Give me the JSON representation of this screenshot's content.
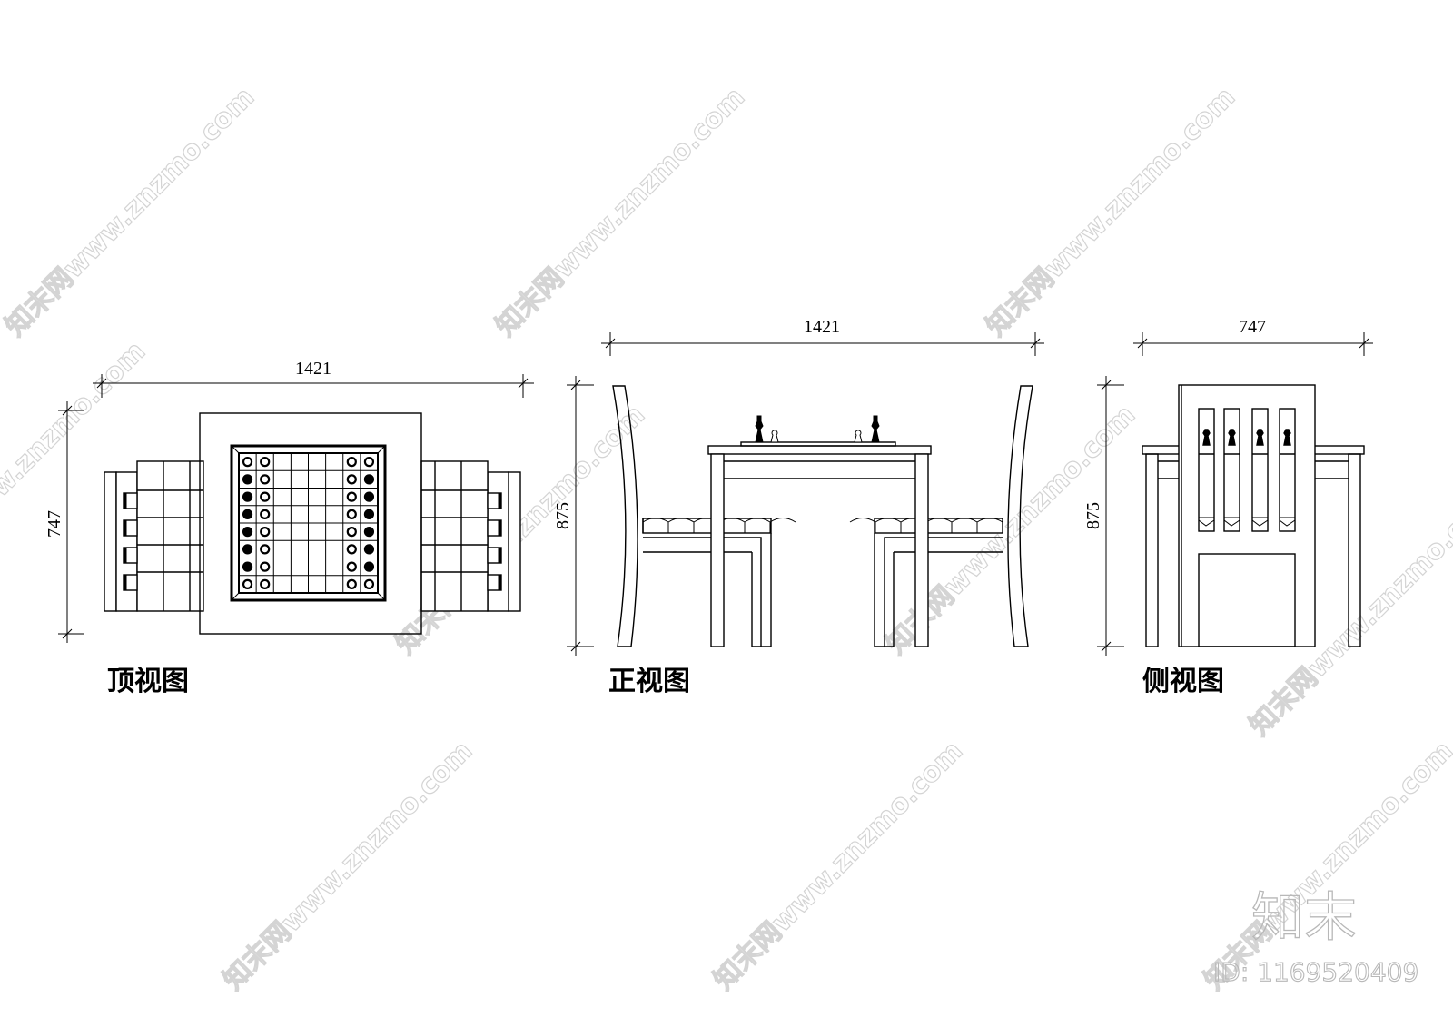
{
  "drawing": {
    "top_view": {
      "title": "顶视图",
      "width_dim": "1421",
      "depth_dim": "747"
    },
    "front_view": {
      "title": "正视图",
      "width_dim": "1421",
      "height_dim": "875"
    },
    "side_view": {
      "title": "侧视图",
      "width_dim": "747",
      "height_dim": "875"
    }
  },
  "watermark": {
    "text": "知末网www.znzmo.com",
    "logo": "知末",
    "id": "ID: 1169520409"
  },
  "colors": {
    "line": "#000000",
    "watermark": "#d4d4d4"
  }
}
